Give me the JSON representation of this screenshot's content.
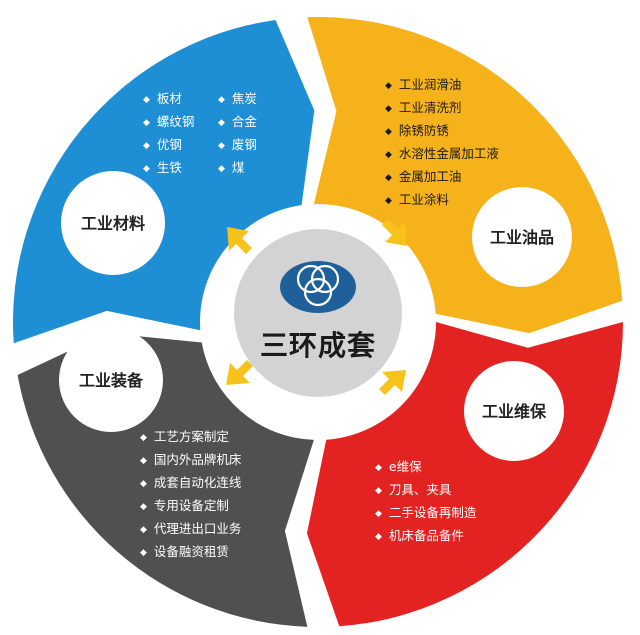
{
  "center": {
    "brand": "三环成套"
  },
  "segments": {
    "materials": {
      "title": "工业材料",
      "items_col1": [
        "板材",
        "螺纹钢",
        "优钢",
        "生铁"
      ],
      "items_col2": [
        "焦炭",
        "合金",
        "废钢",
        "煤"
      ],
      "color": "#1e8fd5"
    },
    "oil": {
      "title": "工业油品",
      "items": [
        "工业润滑油",
        "工业清洗剂",
        "除锈防锈",
        "水溶性金属加工液",
        "金属加工油",
        "工业涂料"
      ],
      "color": "#f6b21b"
    },
    "maintenance": {
      "title": "工业维保",
      "items": [
        "e维保",
        "刀具、夹具",
        "二手设备再制造",
        "机床备品备件"
      ],
      "color": "#e32322"
    },
    "equipment": {
      "title": "工业装备",
      "items": [
        "工艺方案制定",
        "国内外品牌机床",
        "成套自动化连线",
        "专用设备定制",
        "代理进出口业务",
        "设备融资租赁"
      ],
      "color": "#505050"
    }
  },
  "arrow_color": "#f6c21b",
  "bullet_icon": "diamond-bullet-icon"
}
